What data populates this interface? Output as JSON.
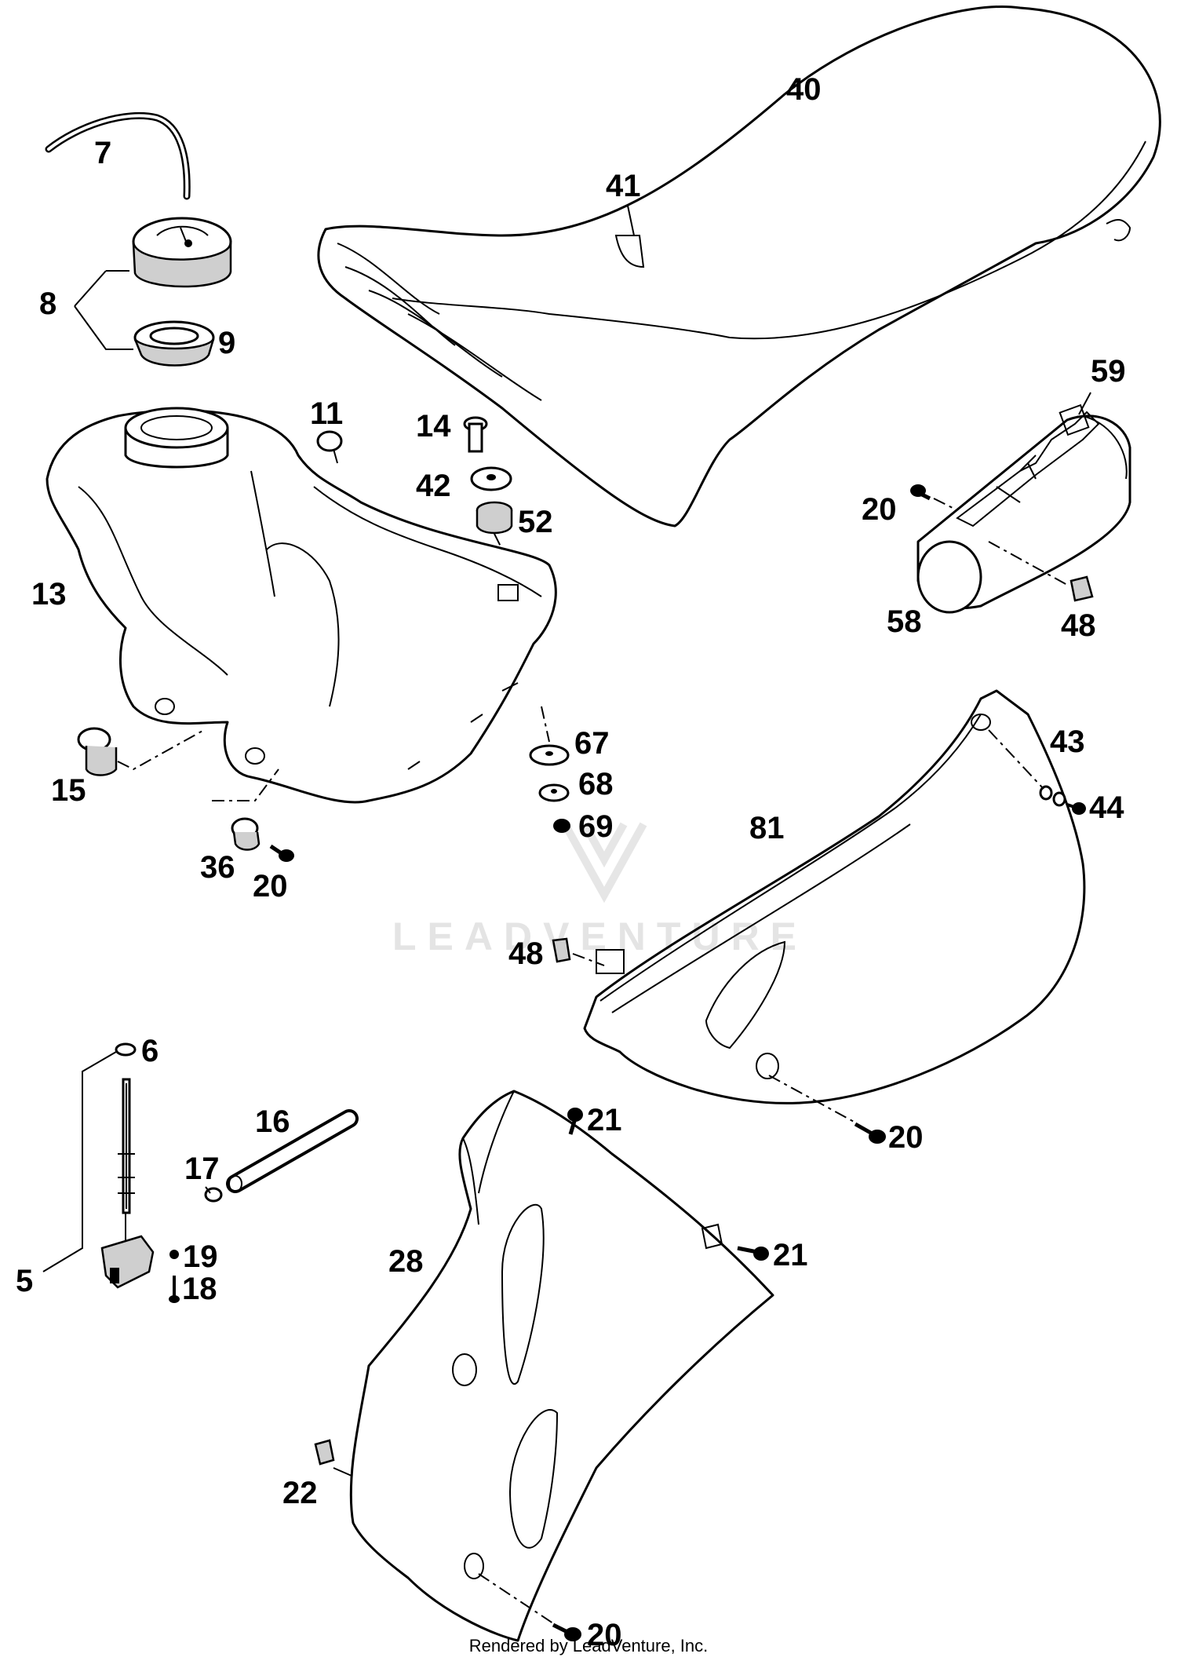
{
  "watermark": "LEADVENTURE",
  "footer": "Rendered by LeadVenture, Inc.",
  "callouts": {
    "c40": "40",
    "c41": "41",
    "c7": "7",
    "c8": "8",
    "c9": "9",
    "c11": "11",
    "c14": "14",
    "c42": "42",
    "c52": "52",
    "c13": "13",
    "c59": "59",
    "c20a": "20",
    "c58": "58",
    "c48a": "48",
    "c15": "15",
    "c36": "36",
    "c20b": "20",
    "c67": "67",
    "c68": "68",
    "c69": "69",
    "c43": "43",
    "c44": "44",
    "c81": "81",
    "c48b": "48",
    "c6": "6",
    "c16": "16",
    "c17": "17",
    "c5": "5",
    "c19": "19",
    "c18": "18",
    "c21a": "21",
    "c20c": "20",
    "c21b": "21",
    "c28": "28",
    "c22": "22",
    "c20d": "20"
  }
}
